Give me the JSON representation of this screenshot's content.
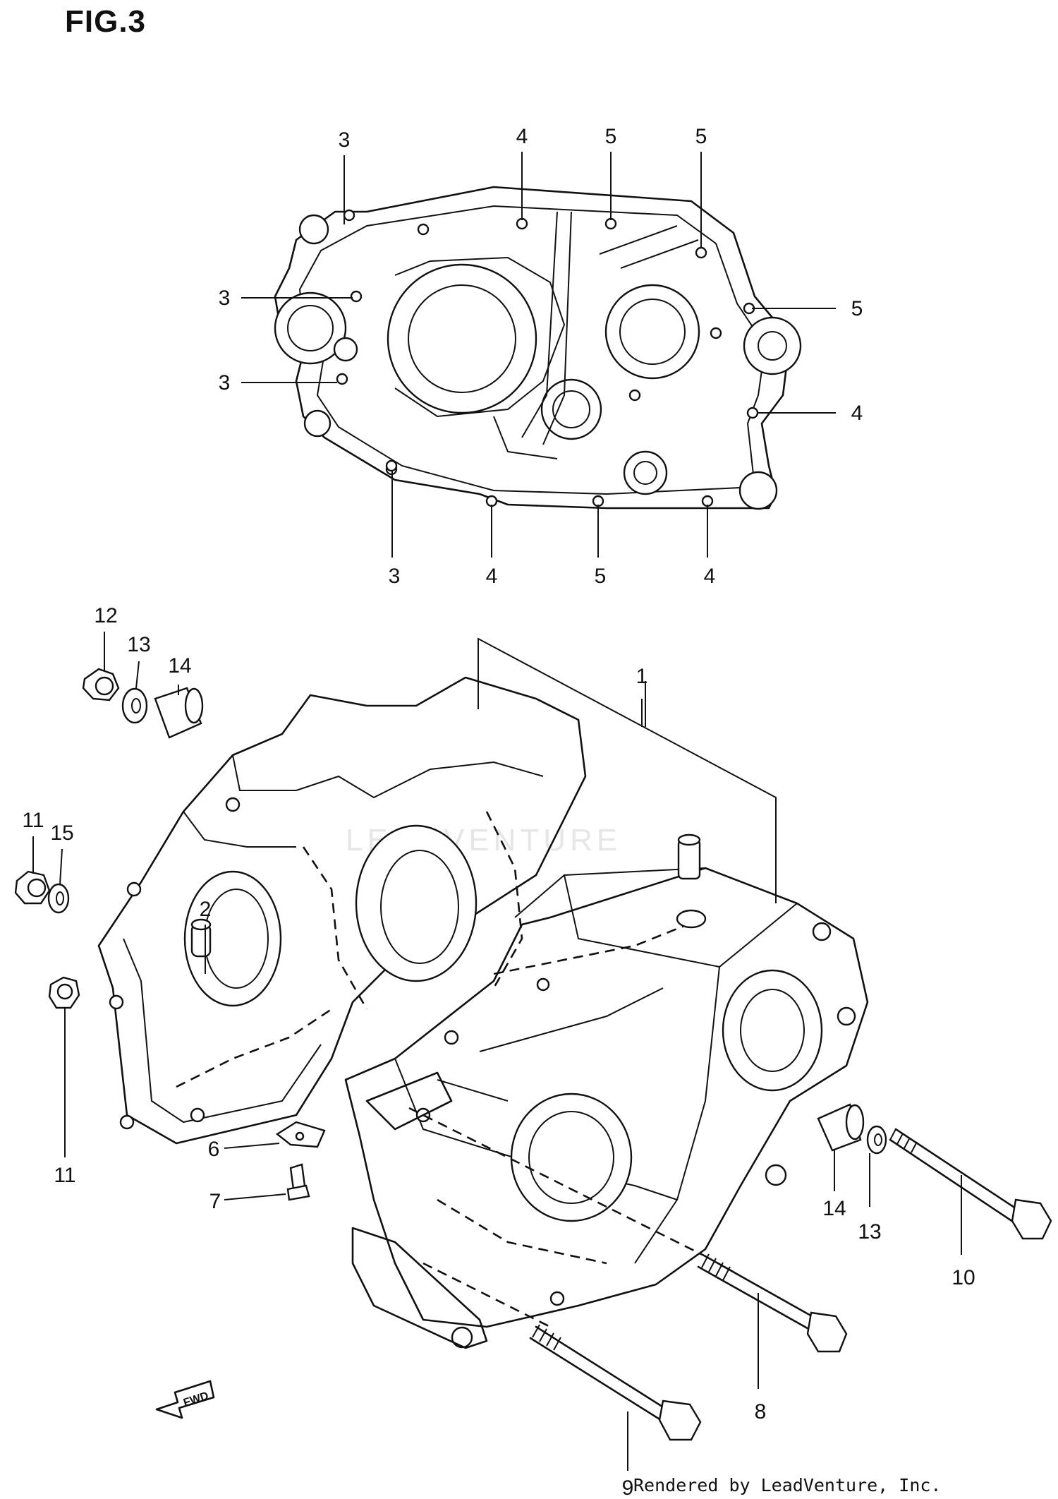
{
  "figure_title": "FIG.3",
  "watermark": "LEADVENTURE",
  "credit": "Rendered by LeadVenture, Inc.",
  "fwd_label": "FWD",
  "callouts": [
    "3",
    "4",
    "5",
    "5",
    "3",
    "5",
    "3",
    "4",
    "3",
    "4",
    "5",
    "4",
    "1",
    "12",
    "13",
    "14",
    "11",
    "15",
    "2",
    "11",
    "6",
    "7",
    "14",
    "13",
    "10",
    "8",
    "9"
  ]
}
